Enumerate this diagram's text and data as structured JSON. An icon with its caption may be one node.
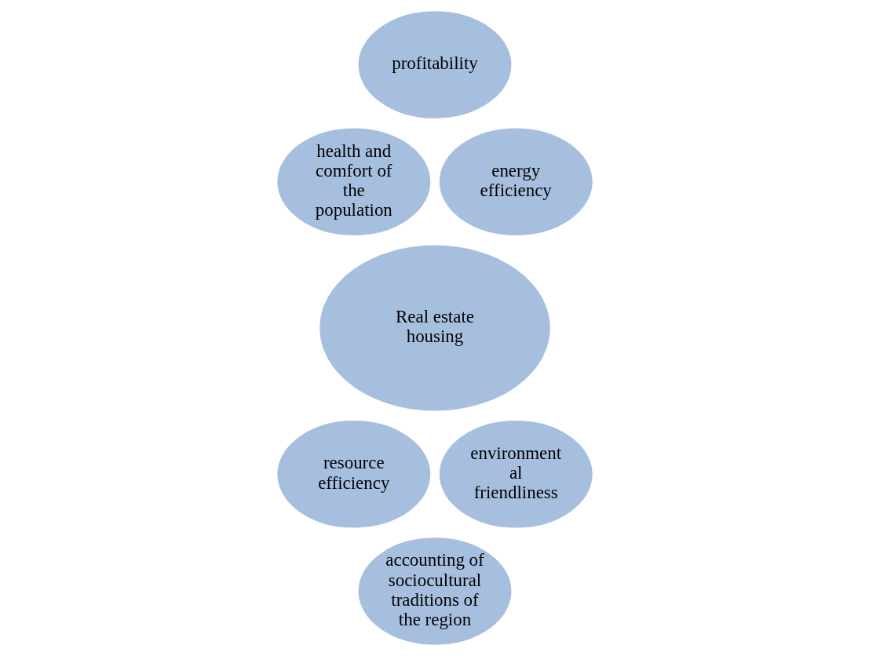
{
  "diagram": {
    "nodes": [
      {
        "text": [
          "Real estate housing"
        ]
      },
      {
        "text": [
          "profitability"
        ]
      },
      {
        "text": [
          "energy efficiency"
        ]
      },
      {
        "text": [
          "environment al friendliness"
        ]
      },
      {
        "text": [
          "accounting of sociocultural traditions of the region"
        ]
      },
      {
        "text": [
          "resource efficiency"
        ]
      },
      {
        "text": [
          "health and comfort of the population"
        ]
      }
    ]
  }
}
